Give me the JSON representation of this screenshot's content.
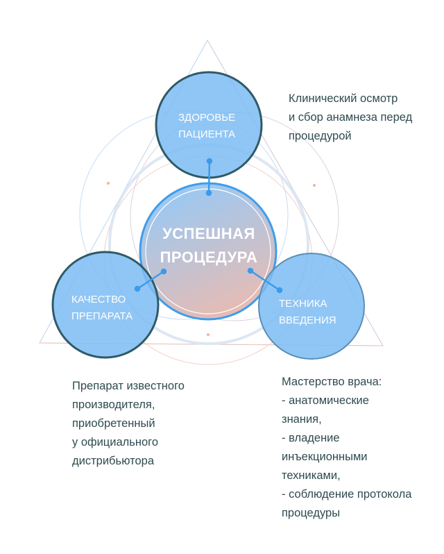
{
  "center": {
    "line1": "УСПЕШНАЯ",
    "line2": "ПРОЦЕДУРА"
  },
  "nodes": {
    "top": {
      "line1": "ЗДОРОВЬЕ",
      "line2": "ПАЦИЕНТА"
    },
    "left": {
      "line1": "КАЧЕСТВО",
      "line2": "ПРЕПАРАТА"
    },
    "right": {
      "line1": "ТЕХНИКА",
      "line2": "ВВЕДЕНИЯ"
    }
  },
  "descriptions": {
    "top": [
      "Клинический осмотр",
      "и сбор анамнеза перед",
      "процедурой"
    ],
    "left": [
      "Препарат известного",
      "производителя,",
      "приобретенный",
      "у официального",
      "дистрибьютора"
    ],
    "right": [
      "Мастерство врача:",
      "- анатомические",
      "знания,",
      "- владение",
      "инъекционными",
      "техниками,",
      "- соблюдение протокола",
      "процедуры"
    ]
  },
  "colors": {
    "node_fill": "#7dbcf3",
    "accent": "#3a9bea",
    "text": "#2f4a50"
  }
}
